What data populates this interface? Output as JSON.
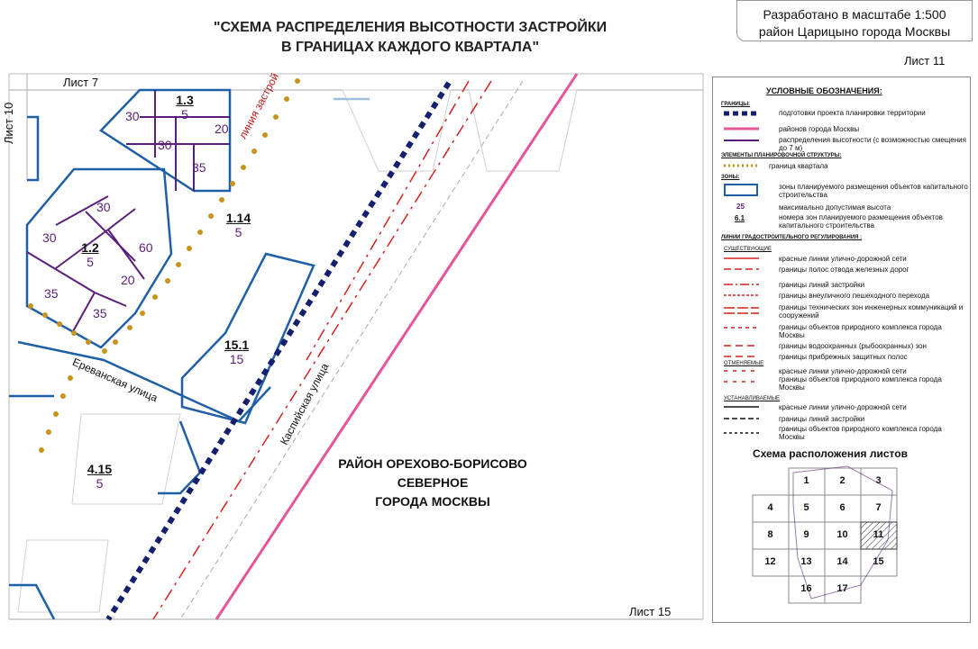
{
  "header": {
    "title_line1": "\"СХЕМА РАСПРЕДЕЛЕНИЯ ВЫСОТНОСТИ ЗАСТРОЙКИ",
    "title_line2": "В ГРАНИЦАХ КАЖДОГО КВАРТАЛА\"",
    "scale_line1": "Разработано в масштабе 1:500",
    "scale_line2": "район Царицыно города Москвы",
    "sheet": "Лист 11"
  },
  "map": {
    "sheet_top": "Лист 7",
    "sheet_left": "Лист 10",
    "sheet_bottom": "Лист 15",
    "build_line_label": "линия застрой",
    "streets": {
      "erevanskaya": "Ереванская улица",
      "kaspiyskaya": "Каспийская улица"
    },
    "zones": [
      {
        "code": "1.3",
        "height": "5"
      },
      {
        "code": "1.2",
        "height": "5"
      },
      {
        "code": "1.14",
        "height": "5"
      },
      {
        "code": "15.1",
        "height": "15"
      },
      {
        "code": "4.15",
        "height": "5"
      }
    ],
    "height_values": [
      "30",
      "20",
      "30",
      "35",
      "30",
      "30",
      "60",
      "35",
      "20",
      "35"
    ],
    "district_line1": "РАЙОН ОРЕХОВО-БОРИСОВО",
    "district_line2": "СЕВЕРНОЕ",
    "district_line3": "ГОРОДА МОСКВЫ"
  },
  "legend": {
    "title": "УСЛОВНЫЕ ОБОЗНАЧЕНИЯ:",
    "boundaries_header": "ГРАНИЦЫ:",
    "b1": "подготовки проекта планировки территории",
    "b2": "районов города Москвы",
    "b3": "распределения высотности (с возможностью смещения до 7 м)",
    "structure_header": "ЭЛЕМЕНТЫ ПЛАНИРОВОЧНОЙ СТРУКТУРЫ:",
    "s1": "граница квартала",
    "zones_header": "ЗОНЫ:",
    "z1": "зоны планируемого размещения объектов капитального строительства",
    "z2_sample": "25",
    "z2": "максимально допустимая высота",
    "z3_sample": "6.1",
    "z3": "номера зон планируемого размещения объектов капитального строительства",
    "lines_header": "ЛИНИИ ГРАДОСТРОИТЕЛЬНОГО РЕГУЛИРОВАНИЯ :",
    "existing": "СУЩЕСТВУЮЩИЕ",
    "l1": "красные линии улично-дорожной сети",
    "l2": "границы полос отвода железных дорог",
    "l3": "границы линий застройки",
    "l4": "границы внеуличного пешеходного перехода",
    "l5": "границы технических зон инженерных коммуникаций и сооружений",
    "l6": "границы объектов природного комплекса города Москвы",
    "l7": "границы водоохранных (рыбоохранных) зон",
    "l8": "границы прибрежных защитных полос",
    "cancelled": "ОТМЕНЯЕМЫЕ",
    "c1": "красные линии улично-дорожной сети",
    "c2": "границы объектов природного комплекса города Москвы",
    "established": "УСТАНАВЛИВАЕМЫЕ",
    "e1": "красные линии улично-дорожной сети",
    "e2": "границы линий застройки",
    "e3": "границы объектов природного комплекса города Москвы"
  },
  "sheet_grid": {
    "title": "Схема расположения листов",
    "cells": [
      "1",
      "2",
      "3",
      "4",
      "5",
      "6",
      "7",
      "8",
      "9",
      "10",
      "11",
      "12",
      "13",
      "14",
      "15",
      "16",
      "17"
    ],
    "current": "11"
  },
  "colors": {
    "zone_blue": "#1f5fa8",
    "purple": "#5a1f7a",
    "district_pink": "#e6559a",
    "project_navy": "#14206e",
    "quarter_gold": "#c9941a",
    "red": "#d42020"
  }
}
